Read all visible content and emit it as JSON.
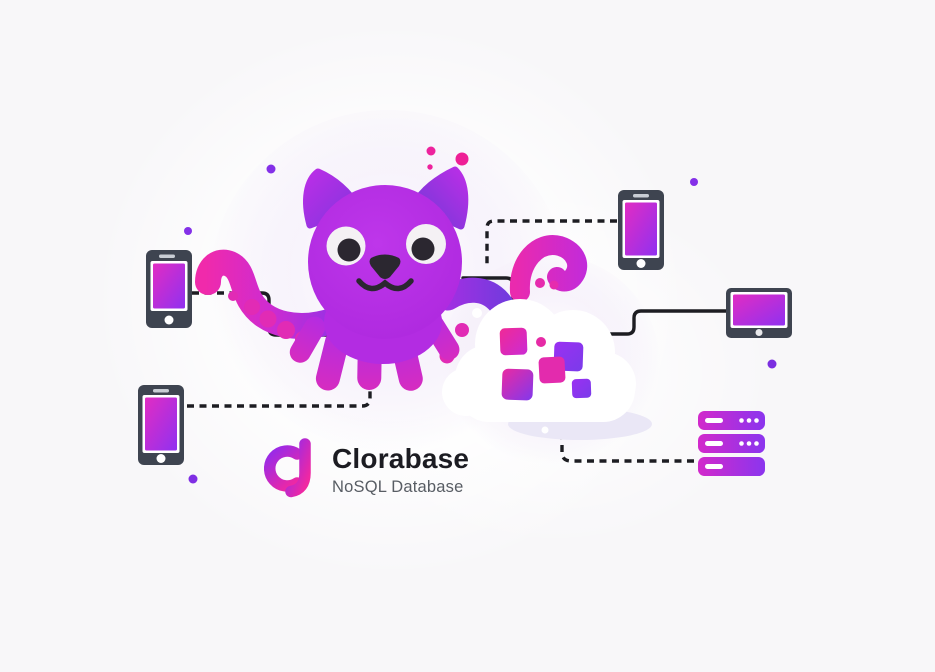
{
  "logo": {
    "monogram": "cl",
    "title": "Clorabase",
    "subtitle": "NoSQL Database"
  },
  "colors": {
    "background": "#f8f7f9",
    "mascot_purple": "#b42ce3",
    "tentacle_pink": "#e22bb0",
    "accent_violet": "#8b35ee",
    "accent_magenta": "#ee1f9c",
    "device_frame": "#3e4450",
    "screen_gradient": [
      "#e12cc3",
      "#9031f0"
    ],
    "server_gradient": [
      "#d229cb",
      "#8b35ee"
    ],
    "connector_line": "#1d1d22",
    "cloud_white": "#ffffff",
    "cloud_shadow": "#eae7f6",
    "title_text": "#1c1c22",
    "subtitle_text": "#585d64"
  },
  "diagram": {
    "center_node": {
      "id": "mascot",
      "type": "octopus-cat-mascot"
    },
    "nodes": [
      {
        "id": "phone-top-left",
        "type": "smartphone"
      },
      {
        "id": "phone-bottom-left",
        "type": "smartphone"
      },
      {
        "id": "phone-top-right",
        "type": "smartphone"
      },
      {
        "id": "monitor-right",
        "type": "monitor"
      },
      {
        "id": "server-stack",
        "type": "server-rack",
        "units": 3
      },
      {
        "id": "cloud-database",
        "type": "cloud",
        "data_blocks": 5
      }
    ],
    "edges": [
      {
        "from": "phone-top-left",
        "to": "mascot",
        "style": "dashed-then-solid"
      },
      {
        "from": "phone-bottom-left",
        "to": "mascot",
        "style": "dashed"
      },
      {
        "from": "phone-top-right",
        "to": "mascot",
        "style": "dashed-then-solid"
      },
      {
        "from": "monitor-right",
        "to": "cloud-database",
        "style": "solid"
      },
      {
        "from": "cloud-database",
        "to": "server-stack",
        "style": "dashed"
      }
    ]
  }
}
